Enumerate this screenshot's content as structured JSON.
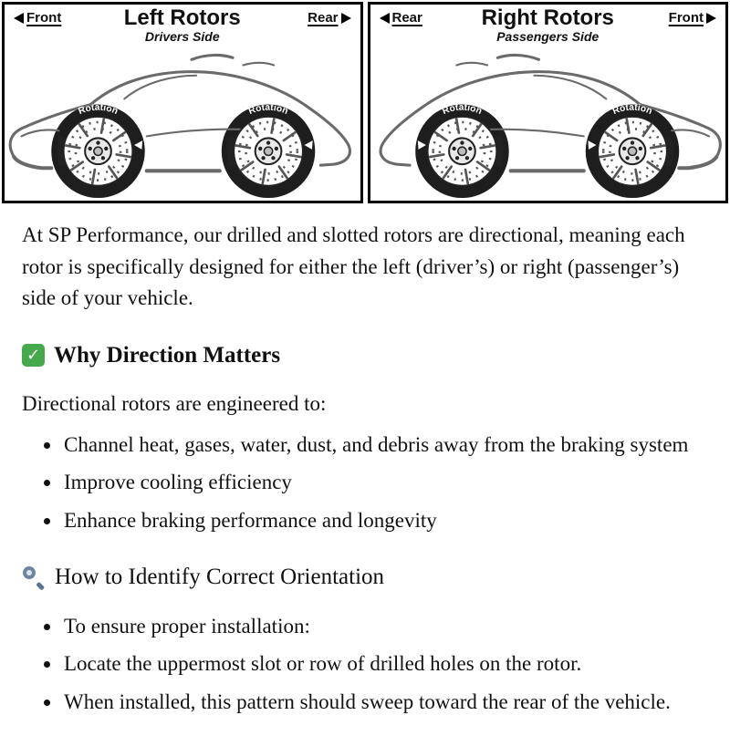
{
  "diagram": {
    "left_panel": {
      "left_label": "Front",
      "right_label": "Rear",
      "title": "Left Rotors",
      "subtitle": "Drivers Side",
      "rotation_label": "Rotation"
    },
    "right_panel": {
      "left_label": "Rear",
      "right_label": "Front",
      "title": "Right Rotors",
      "subtitle": "Passengers Side",
      "rotation_label": "Rotation"
    }
  },
  "content": {
    "intro": "At SP Performance, our drilled and slotted rotors are directional, meaning each rotor is specifically designed for either the left (driver’s) or right (passenger’s) side of your vehicle.",
    "section1": {
      "icon_glyph": "✓",
      "icon_color": "#45a84b",
      "heading": "Why Direction Matters",
      "lead": "Directional rotors are engineered to:",
      "bullets": [
        "Channel heat, gases, water, dust, and debris away from the braking system",
        "Improve cooling efficiency",
        "Enhance braking performance and longevity"
      ]
    },
    "section2": {
      "icon_name": "magnifier-icon",
      "heading": "How to Identify Correct Orientation",
      "bullets": [
        "To ensure proper installation:",
        "Locate the uppermost slot or row of drilled holes on the rotor.",
        "When installed, this pattern should sweep toward the rear of the vehicle."
      ]
    }
  }
}
